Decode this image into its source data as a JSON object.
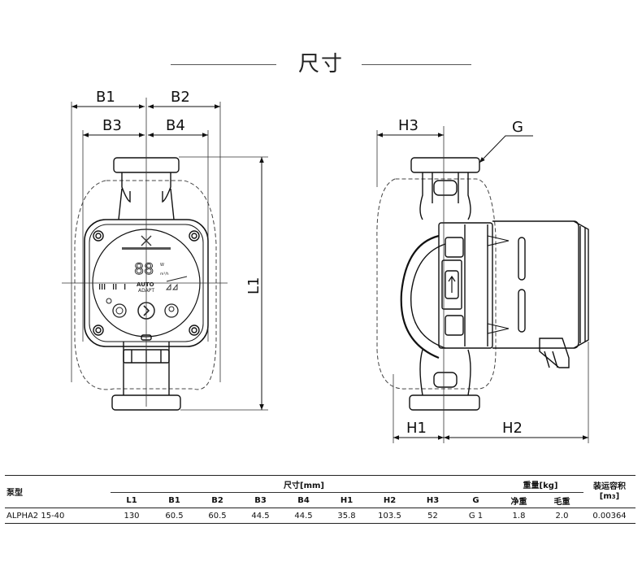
{
  "title": "尺寸",
  "diagram": {
    "labels": {
      "B1": "B1",
      "B2": "B2",
      "B3": "B3",
      "B4": "B4",
      "L1": "L1",
      "H1": "H1",
      "H2": "H2",
      "H3": "H3",
      "G": "G"
    },
    "display": {
      "digits": "88",
      "unit_w": "W",
      "unit_flow": "m³/h",
      "auto_line1": "AUTO",
      "auto_line2": "ADAPT"
    }
  },
  "table": {
    "pump_type_header": "泵型",
    "dimensions_group": "尺寸[mm]",
    "weight_group": "重量[kg]",
    "shipping_volume_header_line1": "装运容积",
    "shipping_volume_header_line2": "[m",
    "shipping_volume_sup": "3",
    "shipping_volume_close": "]",
    "columns": [
      "L1",
      "B1",
      "B2",
      "B3",
      "B4",
      "H1",
      "H2",
      "H3",
      "G",
      "净重",
      "毛重"
    ],
    "rows": [
      {
        "pump_type": "ALPHA2 15-40",
        "values": [
          "130",
          "60.5",
          "60.5",
          "44.5",
          "44.5",
          "35.8",
          "103.5",
          "52",
          "G 1",
          "1.8",
          "2.0"
        ],
        "shipping_volume": "0.00364"
      }
    ]
  }
}
